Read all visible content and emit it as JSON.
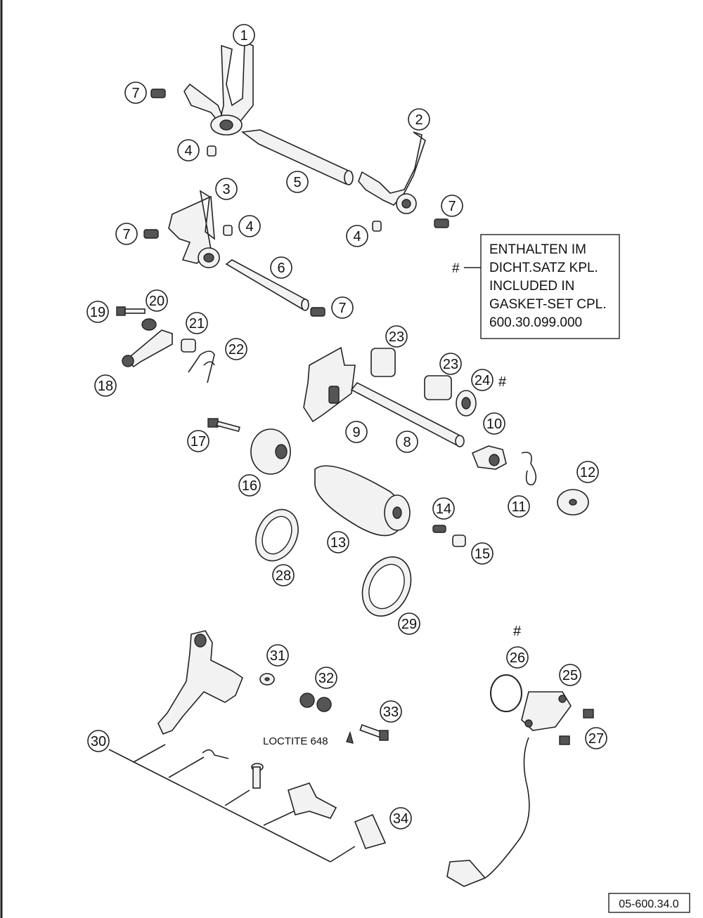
{
  "callouts": [
    "1",
    "2",
    "3",
    "4",
    "5",
    "6",
    "7",
    "8",
    "9",
    "10",
    "11",
    "12",
    "13",
    "14",
    "15",
    "16",
    "17",
    "18",
    "19",
    "20",
    "21",
    "22",
    "23",
    "24",
    "25",
    "26",
    "27",
    "28",
    "29",
    "30",
    "31",
    "32",
    "33",
    "34"
  ],
  "note_box": {
    "marker": "#",
    "lines": [
      "ENTHALTEN IM",
      "DICHT.SATZ KPL.",
      "INCLUDED IN",
      "GASKET-SET CPL.",
      "600.30.099.000"
    ]
  },
  "gasket_markers": [
    "#",
    "#"
  ],
  "loctite_label": "LOCTITE 648",
  "drawing_number": "05-600.34.0"
}
